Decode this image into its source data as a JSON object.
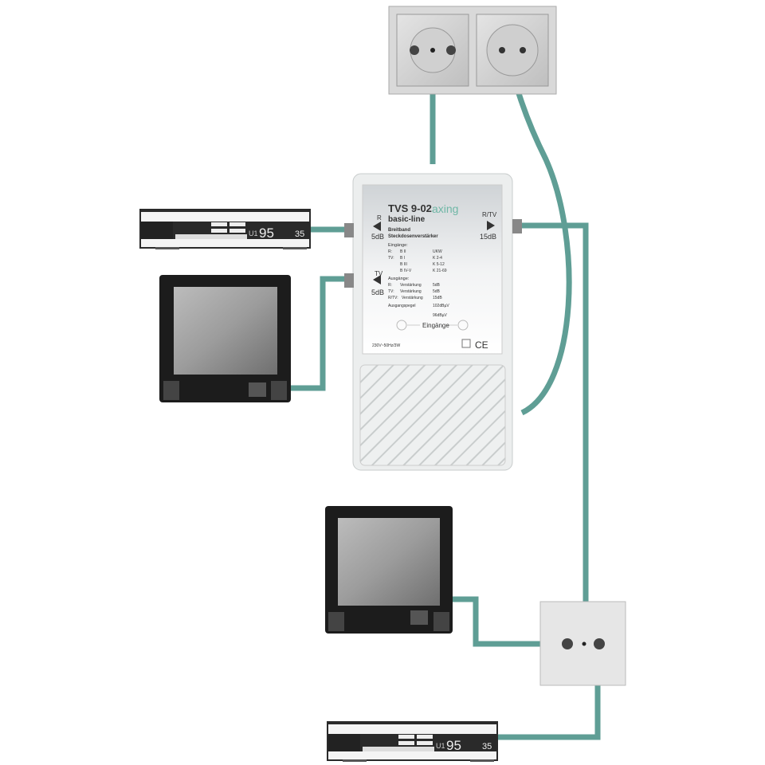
{
  "colors": {
    "cable": "#5f9e95",
    "brand": "#6fb7a6",
    "device": "#eceeee",
    "screen": "#9a9a9a"
  },
  "amplifier": {
    "model": "TVS 9-02",
    "brand": "axing",
    "line": "basic-line",
    "desc1": "Breitband",
    "desc2": "Steckdosenverstärker",
    "port_r": {
      "name": "R",
      "gain": "5dB"
    },
    "port_tv": {
      "name": "TV",
      "gain": "5dB"
    },
    "port_rtv": {
      "name": "R/TV",
      "gain": "15dB"
    },
    "inputs_heading": "Eingänge:",
    "inputs": [
      {
        "k": "R:",
        "b": "B II",
        "v": "UKW"
      },
      {
        "k": "TV:",
        "b": "B I",
        "v": "K 2-4"
      },
      {
        "k": "",
        "b": "B III",
        "v": "K 5-12"
      },
      {
        "k": "",
        "b": "B IV-V",
        "v": "K 21-69"
      }
    ],
    "outputs_heading": "Ausgänge:",
    "outputs": [
      {
        "k": "R:",
        "b": "Verstärkung",
        "v": "5dB"
      },
      {
        "k": "TV:",
        "b": "Verstärkung",
        "v": "5dB"
      },
      {
        "k": "R/TV:",
        "b": "Verstärkung",
        "v": "15dB"
      }
    ],
    "level_label": "Ausgangspegel",
    "level_1": "102dBµV",
    "level_2": "96dBµV",
    "inputs_footer": "Eingänge",
    "power": "230V~50Hz/3W",
    "ce": "CE"
  },
  "receiver": {
    "channel_label": "U1",
    "frequency": "95",
    "preset": "35"
  }
}
